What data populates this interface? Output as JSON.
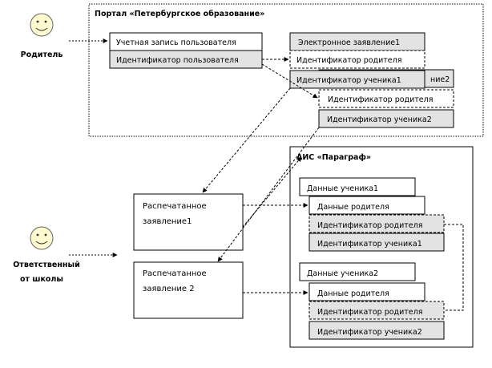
{
  "actors": {
    "parent_label": "Родитель",
    "school_label_line1": "Ответственный",
    "school_label_line2": "от школы"
  },
  "portal": {
    "title": "Портал «Петербургское образование»",
    "account_box": "Учетная запись пользователя",
    "user_id_box": "Идентификатор пользователя",
    "application1": "Электронное заявление1",
    "application1_parent_id": "Идентификатор родителя",
    "application1_student_id": "Идентификатор ученика1",
    "application2_title_suffix": "ние2",
    "application2_parent_id": "Идентификатор родителя",
    "application2_student_id": "Идентификатор ученика2"
  },
  "printed": {
    "doc1_line1": "Распечатанное",
    "doc1_line2": "заявление1",
    "doc2_line1": "Распечатанное",
    "doc2_line2": "заявление 2"
  },
  "ais": {
    "title": "АИС «Параграф»",
    "student1_data": "Данные ученика1",
    "student1_parent_data": "Данные родителя",
    "student1_parent_id": "Идентификатор родителя",
    "student1_student_id": "Идентификатор ученика1",
    "student2_data": "Данные ученика2",
    "student2_parent_data": "Данные родителя",
    "student2_parent_id": "Идентификатор родителя",
    "student2_student_id": "Идентификатор ученика2"
  },
  "colors": {
    "shaded_box": "#e3e3e3",
    "stroke": "#000000",
    "face": "#fff9d0"
  }
}
